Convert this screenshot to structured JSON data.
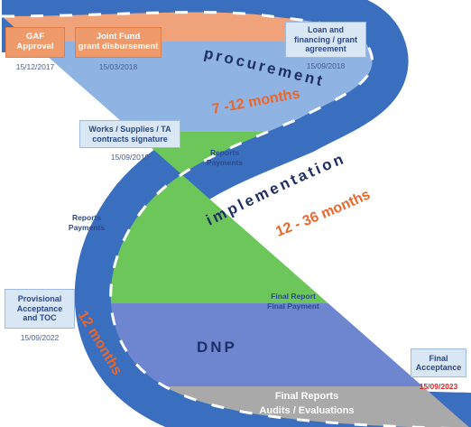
{
  "milestones": {
    "gaf": {
      "label": "GAF\nApproval",
      "date": "15/12/2017"
    },
    "joint_fund": {
      "label": "Joint Fund\ngrant disbursement",
      "date": "15/03/2018"
    },
    "loan": {
      "label": "Loan and\nfinancing / grant\nagreement",
      "date": "15/09/2018"
    },
    "contracts": {
      "label": "Works / Supplies / TA\ncontracts signature",
      "date": "15/09/2019"
    },
    "provisional": {
      "label": "Provisional\nAcceptance\nand TOC",
      "date": "15/09/2022"
    },
    "final_acceptance": {
      "label": "Final\nAcceptance",
      "date": "15/09/2023"
    }
  },
  "notes": {
    "reports_payments_1": "Reports\nPayments",
    "reports_payments_2": "Reports\nPayments",
    "final_report_payment": "Final Report\nFinal Payment",
    "final_reports_audits": "Final Reports\nAudits / Evaluations"
  },
  "phases": {
    "procurement": {
      "name": "procurement",
      "duration": "7 -12 months"
    },
    "implementation": {
      "name": "implementation",
      "duration": "12 - 36 months"
    },
    "dnp": {
      "name": "DNP",
      "duration": "12 months"
    }
  },
  "colors": {
    "pre_phase": "#f0a27a",
    "procurement": "#8fb3e3",
    "implementation": "#6cc65a",
    "dnp": "#6d86cf",
    "post": "#a9a9a9",
    "road_border": "#3a6fc0",
    "duration_text": "#e8672c",
    "phase_text": "#1e2f66"
  }
}
